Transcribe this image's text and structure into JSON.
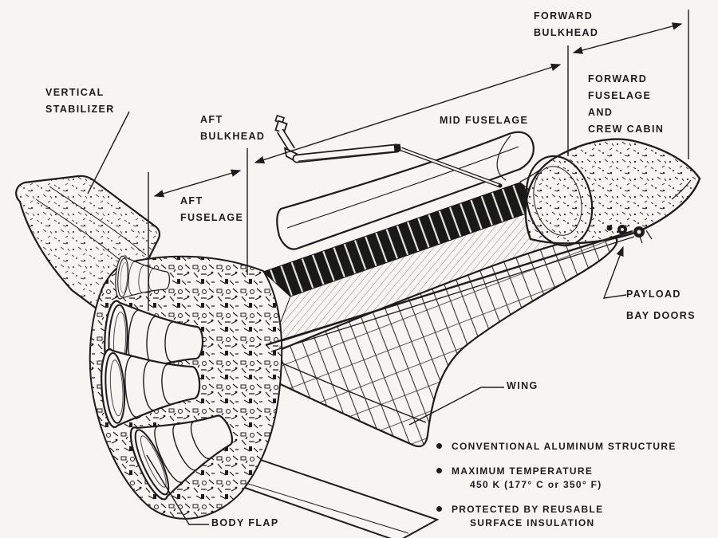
{
  "colors": {
    "paper": "#f6f5f2",
    "ink": "#1c1c1c"
  },
  "callouts": {
    "vertical_stabilizer": "VERTICAL\nSTABILIZER",
    "aft_bulkhead": "AFT\nBULKHEAD",
    "aft_fuselage": "AFT\nFUSELAGE",
    "mid_fuselage": "MID FUSELAGE",
    "forward_bulkhead": "FORWARD\nBULKHEAD",
    "forward_fuselage_and_crew_cabin": "FORWARD\nFUSELAGE\nAND\nCREW CABIN",
    "payload_bay_doors": "PAYLOAD\nBAY DOORS",
    "wing": "WING",
    "body_flap": "BODY FLAP"
  },
  "notes": {
    "items": [
      {
        "line1": "CONVENTIONAL ALUMINUM STRUCTURE",
        "line2": ""
      },
      {
        "line1": "MAXIMUM TEMPERATURE",
        "line2": "450 K (177° C or 350° F)"
      },
      {
        "line1": "PROTECTED BY REUSABLE",
        "line2": "SURFACE INSULATION"
      }
    ]
  }
}
